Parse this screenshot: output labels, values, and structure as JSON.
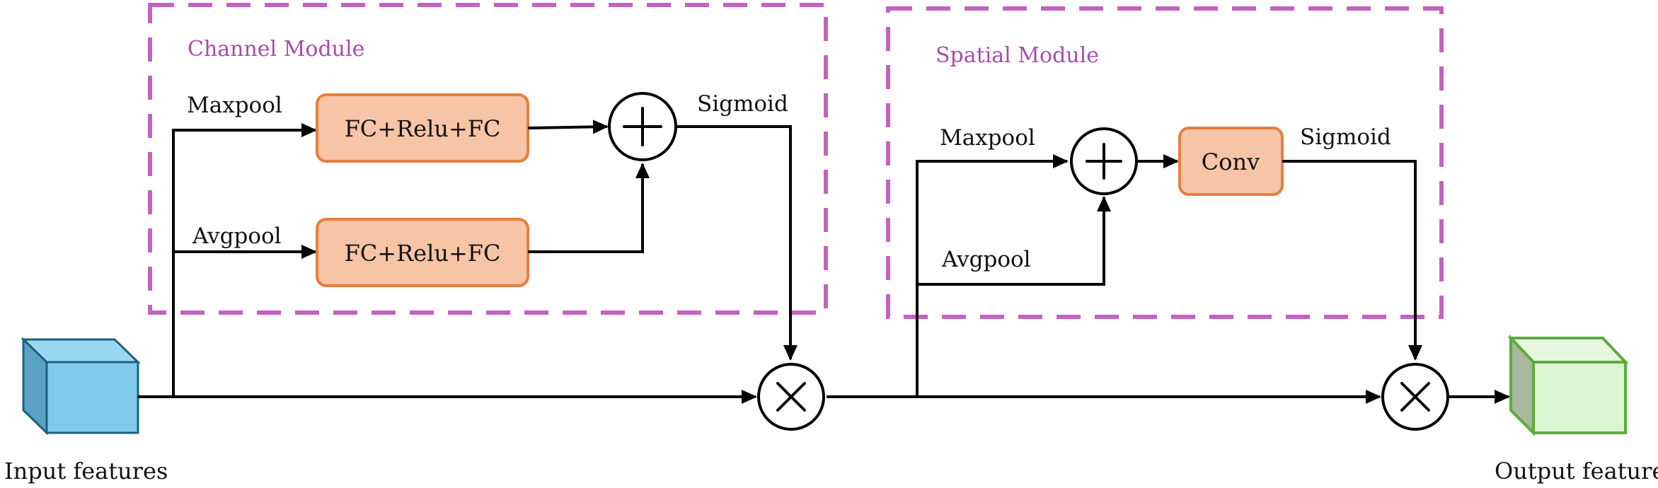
{
  "colors": {
    "module_border": "#c362c0",
    "module_title": "#a94ca7",
    "box_fill": "#f7c4a6",
    "box_stroke": "#e67f3f",
    "input_cube_front": "#7fcaeb",
    "input_cube_side": "#5aa2c4",
    "input_cube_top": "#9ad8f2",
    "input_cube_stroke": "#1e5f82",
    "output_cube_front": "#dcf5d2",
    "output_cube_side": "#a9b89f",
    "output_cube_top": "#e8f8e0",
    "output_cube_stroke": "#5eab3b",
    "line": "#000000"
  },
  "channel_module": {
    "title": "Channel Module",
    "maxpool_label": "Maxpool",
    "avgpool_label": "Avgpool",
    "fc_top_label": "FC+Relu+FC",
    "fc_bottom_label": "FC+Relu+FC",
    "sigmoid_label": "Sigmoid",
    "add_op": "+"
  },
  "spatial_module": {
    "title": "Spatial Module",
    "maxpool_label": "Maxpool",
    "avgpool_label": "Avgpool",
    "conv_label": "Conv",
    "sigmoid_label": "Sigmoid",
    "add_op": "+"
  },
  "multiply_op": "×",
  "input_label": "Input features",
  "output_label": "Output features"
}
